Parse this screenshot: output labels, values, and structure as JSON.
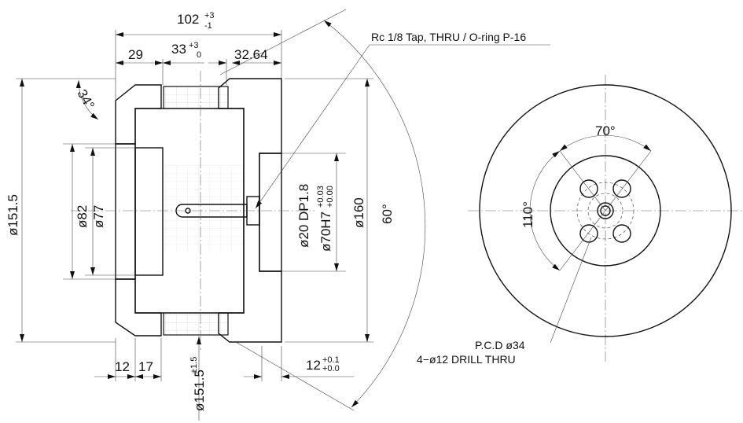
{
  "drawing": {
    "overall_length": {
      "value": "102",
      "upper": "+3",
      "lower": "-1"
    },
    "dim_29": "29",
    "dim_33": {
      "value": "33",
      "upper": "+3",
      "lower": "0"
    },
    "dim_32_64": "32.64",
    "chamfer_angle": "34°",
    "dia_151_5": "ø151.5",
    "dia_82": "ø82",
    "dia_77": "ø77",
    "counterbore": "ø20  DP1.8",
    "bore": {
      "value": "ø70H7",
      "upper": "+0.03",
      "lower": "+0.00"
    },
    "dia_160": "ø160",
    "angle_60": "60°",
    "dim_12": "12",
    "dim_17": "17",
    "dia_151_5_tol": {
      "value": "ø151.5",
      "tol": "±1.5"
    },
    "depth_12": {
      "value": "12",
      "upper": "+0.1",
      "lower": "+0.0"
    },
    "tap_note": "Rc 1/8 Tap, THRU / O-ring P-16",
    "angle_70": "70°",
    "angle_110": "110°",
    "pcd_note": "P.C.D  ø34",
    "drill_note": "4−ø12  DRILL THRU"
  }
}
